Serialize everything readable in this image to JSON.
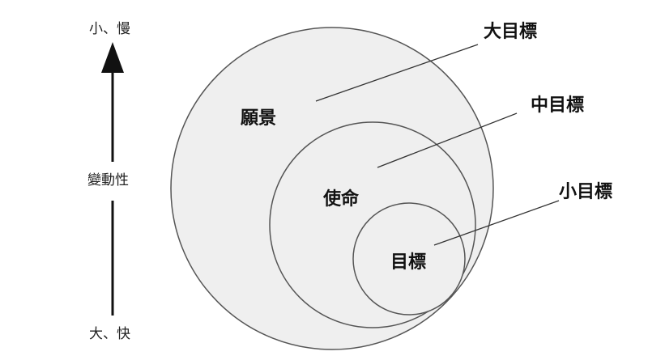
{
  "axis": {
    "top_label": "小、慢",
    "middle_label": "變動性",
    "bottom_label": "大、快"
  },
  "circles": {
    "outer_label": "願景",
    "middle_label": "使命",
    "inner_label": "目標"
  },
  "callouts": {
    "large_goal": "大目標",
    "medium_goal": "中目標",
    "small_goal": "小目標"
  },
  "colors": {
    "circle_fill": "#efefef",
    "stroke": "#555555",
    "arrow": "#111111"
  }
}
